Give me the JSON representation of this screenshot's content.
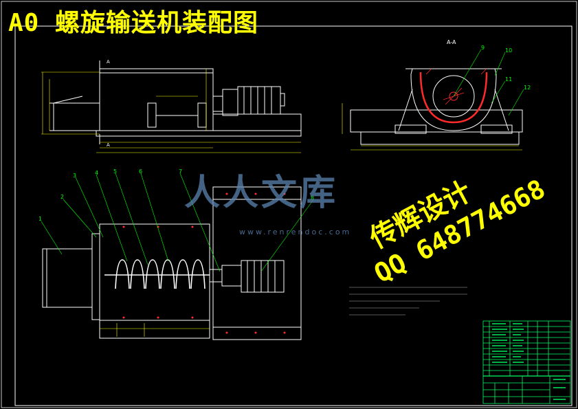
{
  "drawing": {
    "title": "A0  螺旋输送机装配图",
    "section_label": "A-A",
    "section_mark": "A",
    "part_numbers": [
      "1",
      "2",
      "3",
      "4",
      "5",
      "6",
      "7",
      "8",
      "9",
      "10",
      "11",
      "12"
    ]
  },
  "watermark": {
    "designer": "传辉设计",
    "qq": "QQ 648774668",
    "logo_text": "人人文库",
    "logo_url": "www.renrendoc.com"
  },
  "colors": {
    "background": "#000000",
    "outline": "#ffffff",
    "dimension": "#ffff00",
    "leader": "#00ff00",
    "hatch": "#ff2b2b",
    "frame": "#ffffff",
    "title_block": "#00ff66",
    "watermark_logo": "#5b84b1"
  }
}
